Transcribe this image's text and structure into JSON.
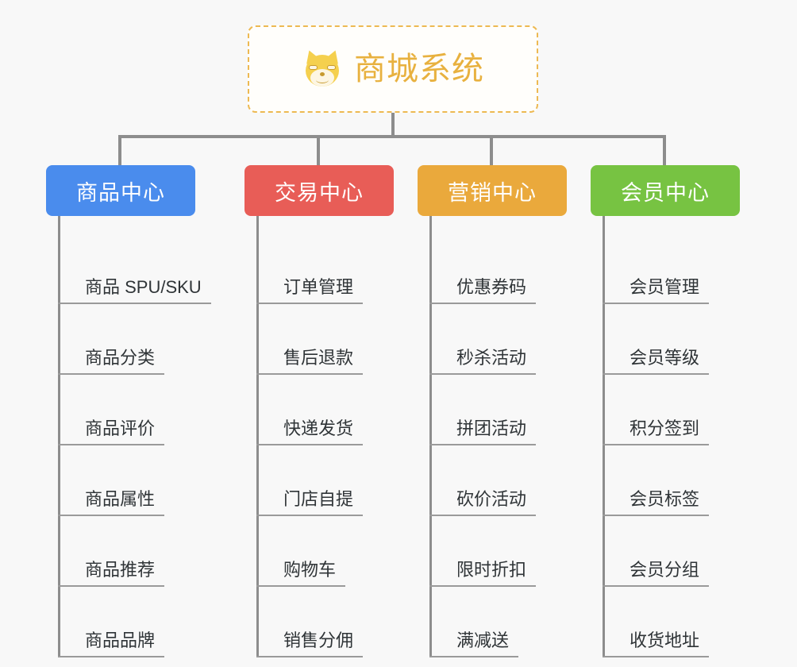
{
  "background_color": "#f8f8f8",
  "root": {
    "title": "商城系统",
    "icon": "shiba-dog-face-emoji",
    "text_color": "#e8b13f",
    "border_color": "#edb952",
    "border_style": "dashed"
  },
  "connector_color": "#8d8d8d",
  "leaf_text_color": "#2f3437",
  "leaf_underline_color": "#9a9a9a",
  "columns": [
    {
      "title": "商品中心",
      "color": "#4a8ced",
      "children": [
        {
          "label": "商品 SPU/SKU"
        },
        {
          "label": "商品分类"
        },
        {
          "label": "商品评价"
        },
        {
          "label": "商品属性"
        },
        {
          "label": "商品推荐"
        },
        {
          "label": "商品品牌"
        }
      ]
    },
    {
      "title": "交易中心",
      "color": "#e85d57",
      "children": [
        {
          "label": "订单管理"
        },
        {
          "label": "售后退款"
        },
        {
          "label": "快递发货"
        },
        {
          "label": "门店自提"
        },
        {
          "label": "购物车"
        },
        {
          "label": "销售分佣"
        }
      ]
    },
    {
      "title": "营销中心",
      "color": "#eaa93c",
      "children": [
        {
          "label": "优惠券码"
        },
        {
          "label": "秒杀活动"
        },
        {
          "label": "拼团活动"
        },
        {
          "label": "砍价活动"
        },
        {
          "label": "限时折扣"
        },
        {
          "label": "满减送"
        }
      ]
    },
    {
      "title": "会员中心",
      "color": "#77c342",
      "children": [
        {
          "label": "会员管理"
        },
        {
          "label": "会员等级"
        },
        {
          "label": "积分签到"
        },
        {
          "label": "会员标签"
        },
        {
          "label": "会员分组"
        },
        {
          "label": "收货地址"
        }
      ]
    }
  ]
}
